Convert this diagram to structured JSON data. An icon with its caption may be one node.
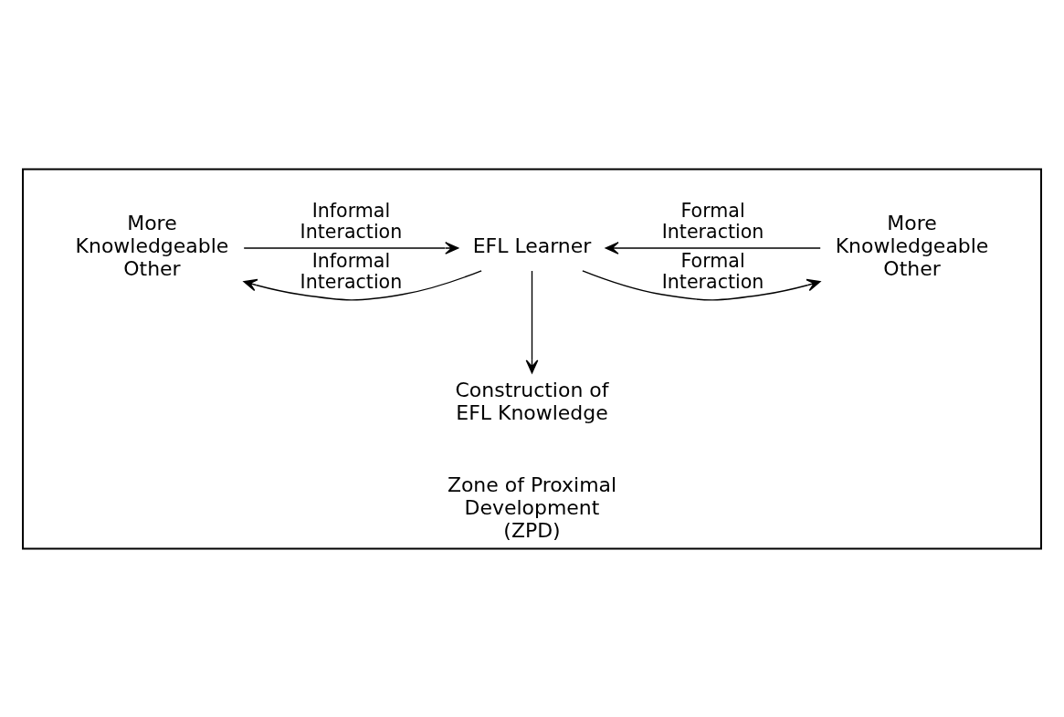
{
  "diagram": {
    "nodes": [
      {
        "text": [
          "Zone of Proximal Development (ZPD)"
        ]
      },
      {
        "text": [
          "Construction of EFL Knowledge"
        ],
        "in": 0
      },
      {
        "text": [
          "EFL Learner"
        ],
        "in": 0
      },
      {
        "text": [
          "More Knowledgeable Other"
        ],
        "in": 0
      },
      {
        "text": [
          "More Knowledgeable Other"
        ],
        "in": 0
      }
    ],
    "edges": [
      {
        "from": 2,
        "to": 1,
        "arrow": "to"
      },
      {
        "from": 3,
        "to": 2,
        "arrow": "to",
        "label": "Formal Interaction"
      },
      {
        "from": 2,
        "to": 3,
        "arrow": "to",
        "label": "Formal Interaction"
      },
      {
        "from": 4,
        "to": 2,
        "arrow": "to",
        "label": "Informal Interaction"
      },
      {
        "from": 2,
        "to": 4,
        "arrow": "to",
        "label": "Informal Interaction"
      }
    ]
  }
}
